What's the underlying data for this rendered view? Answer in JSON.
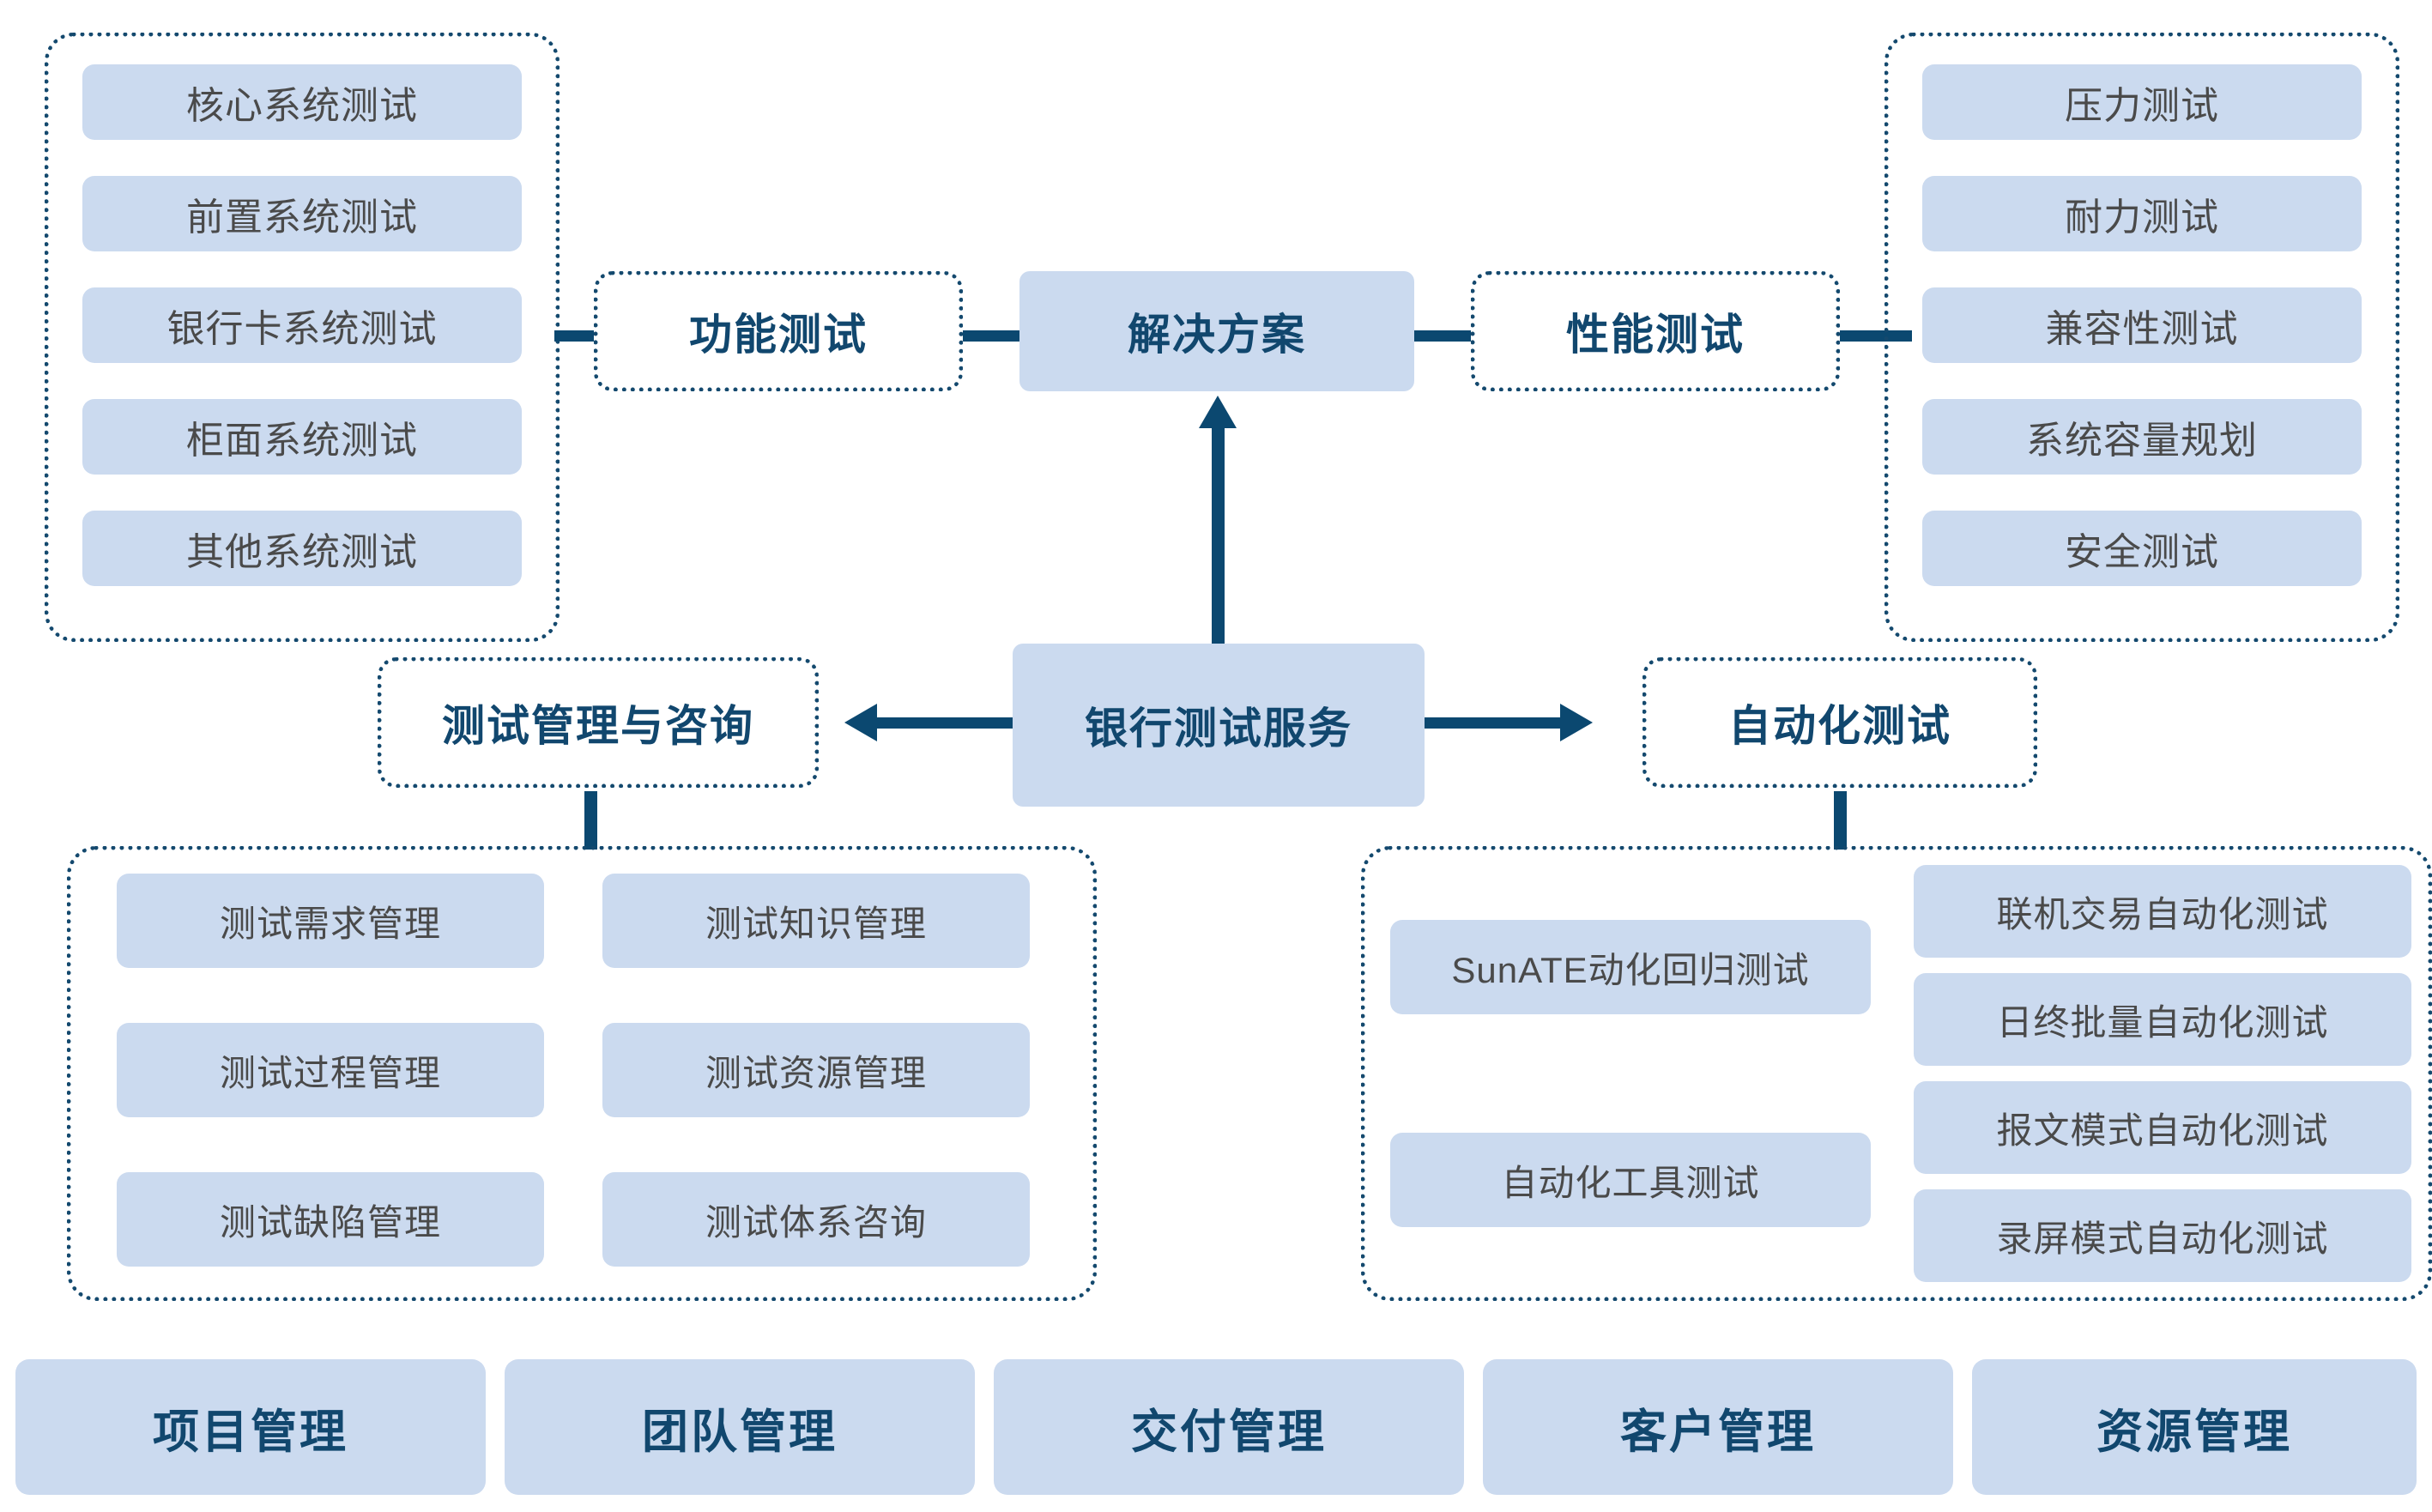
{
  "diagram": {
    "title": "银行测试服务解决方案",
    "colors": {
      "chip_fill": "#CBDAEF",
      "node_text_dark": "#11476E",
      "chip_text_gray": "#4A4A4A",
      "connector": "#0B4870",
      "dotted_border": "#14496E",
      "background": "#FFFFFF"
    }
  },
  "center": {
    "solution_label": "解决方案",
    "root_label": "银行测试服务"
  },
  "branches": {
    "functional": {
      "label": "功能测试"
    },
    "performance": {
      "label": "性能测试"
    },
    "management": {
      "label": "测试管理与咨询"
    },
    "automation": {
      "label": "自动化测试"
    }
  },
  "functional_items": [
    {
      "label": "核心系统测试"
    },
    {
      "label": "前置系统测试"
    },
    {
      "label": "银行卡系统测试"
    },
    {
      "label": "柜面系统测试"
    },
    {
      "label": "其他系统测试"
    }
  ],
  "performance_items": [
    {
      "label": "压力测试"
    },
    {
      "label": "耐力测试"
    },
    {
      "label": "兼容性测试"
    },
    {
      "label": "系统容量规划"
    },
    {
      "label": "安全测试"
    }
  ],
  "management_items_col1": [
    {
      "label": "测试需求管理"
    },
    {
      "label": "测试过程管理"
    },
    {
      "label": "测试缺陷管理"
    }
  ],
  "management_items_col2": [
    {
      "label": "测试知识管理"
    },
    {
      "label": "测试资源管理"
    },
    {
      "label": "测试体系咨询"
    }
  ],
  "automation_items_col1": [
    {
      "label": "SunATE动化回归测试"
    },
    {
      "label": "自动化工具测试"
    }
  ],
  "automation_items_col2": [
    {
      "label": "联机交易自动化测试"
    },
    {
      "label": "日终批量自动化测试"
    },
    {
      "label": "报文模式自动化测试"
    },
    {
      "label": "录屏模式自动化测试"
    }
  ],
  "footer_items": [
    {
      "label": "项目管理"
    },
    {
      "label": "团队管理"
    },
    {
      "label": "交付管理"
    },
    {
      "label": "客户管理"
    },
    {
      "label": "资源管理"
    }
  ]
}
